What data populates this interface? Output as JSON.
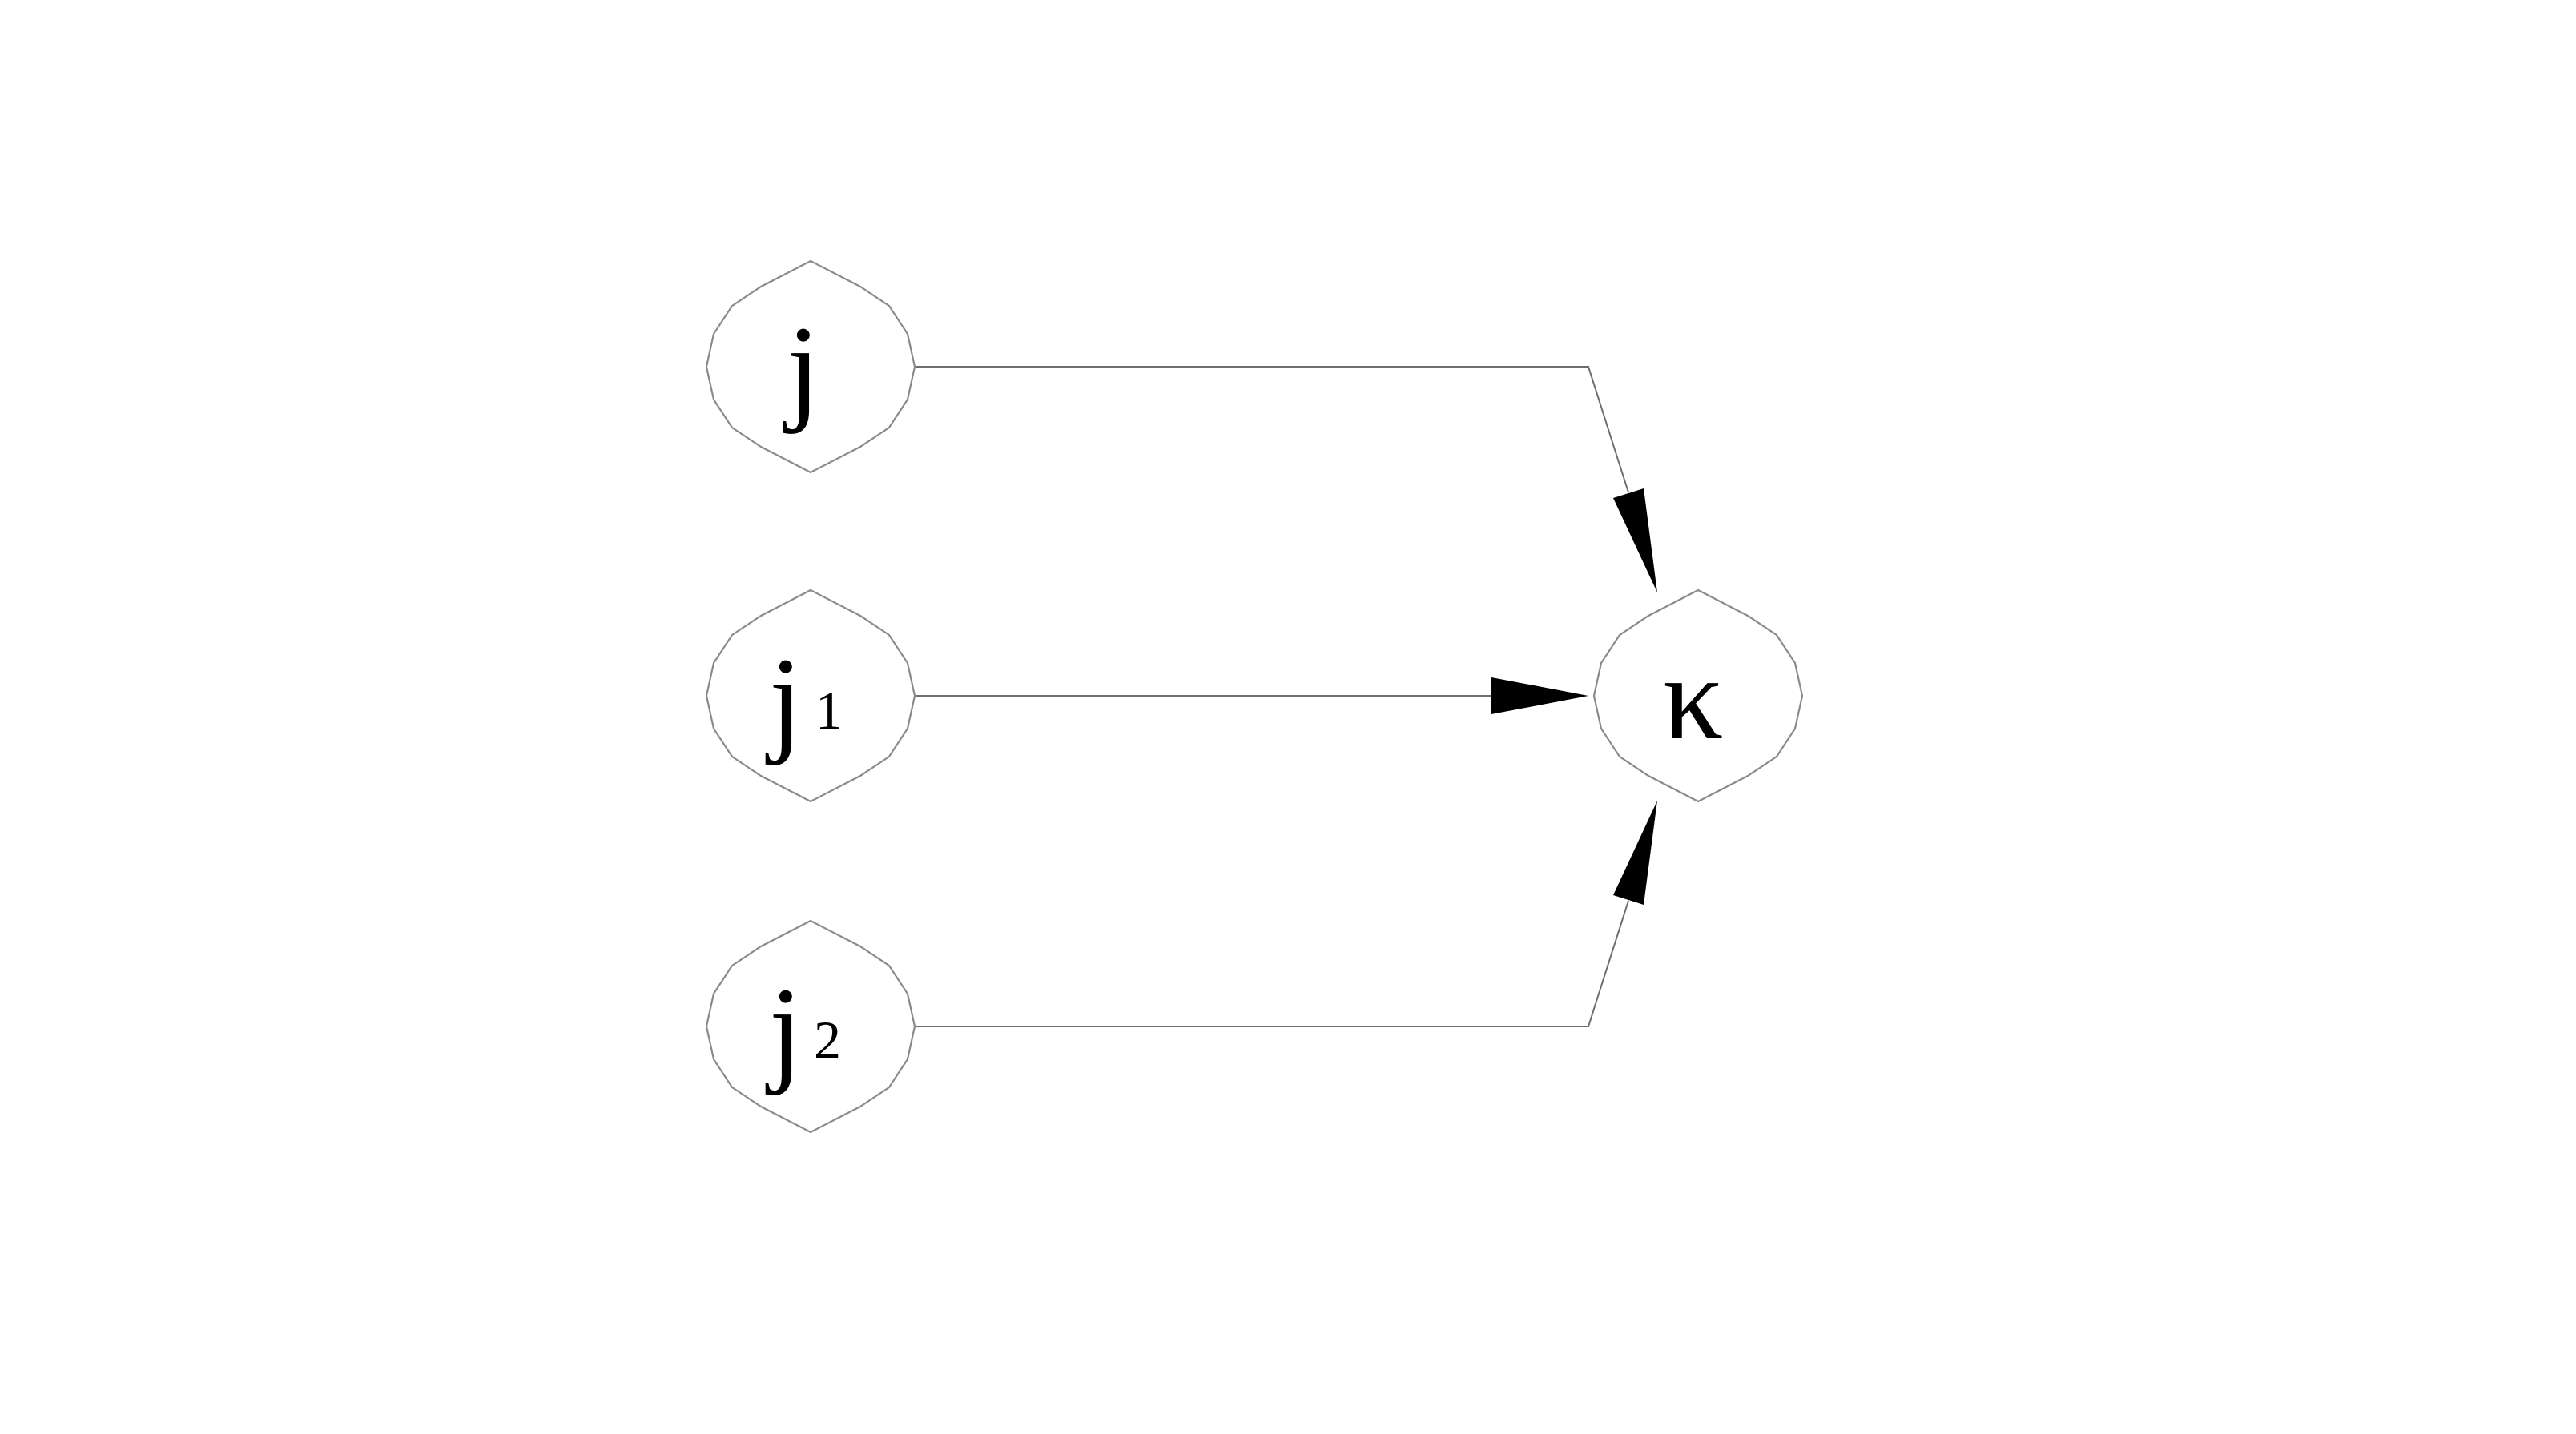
{
  "diagram": {
    "nodes": [
      {
        "id": "j",
        "label": "j",
        "subscript": ""
      },
      {
        "id": "j1",
        "label": "j",
        "subscript": "1"
      },
      {
        "id": "j2",
        "label": "j",
        "subscript": "2"
      },
      {
        "id": "k",
        "label": "κ",
        "subscript": ""
      }
    ],
    "edges": [
      {
        "from": "j",
        "to": "k"
      },
      {
        "from": "j1",
        "to": "k"
      },
      {
        "from": "j2",
        "to": "k"
      }
    ],
    "colors": {
      "node_stroke": "#8a8a8a",
      "edge_stroke": "#6e6e6e",
      "arrowhead": "#000000",
      "text": "#000000",
      "background": "#ffffff"
    }
  }
}
